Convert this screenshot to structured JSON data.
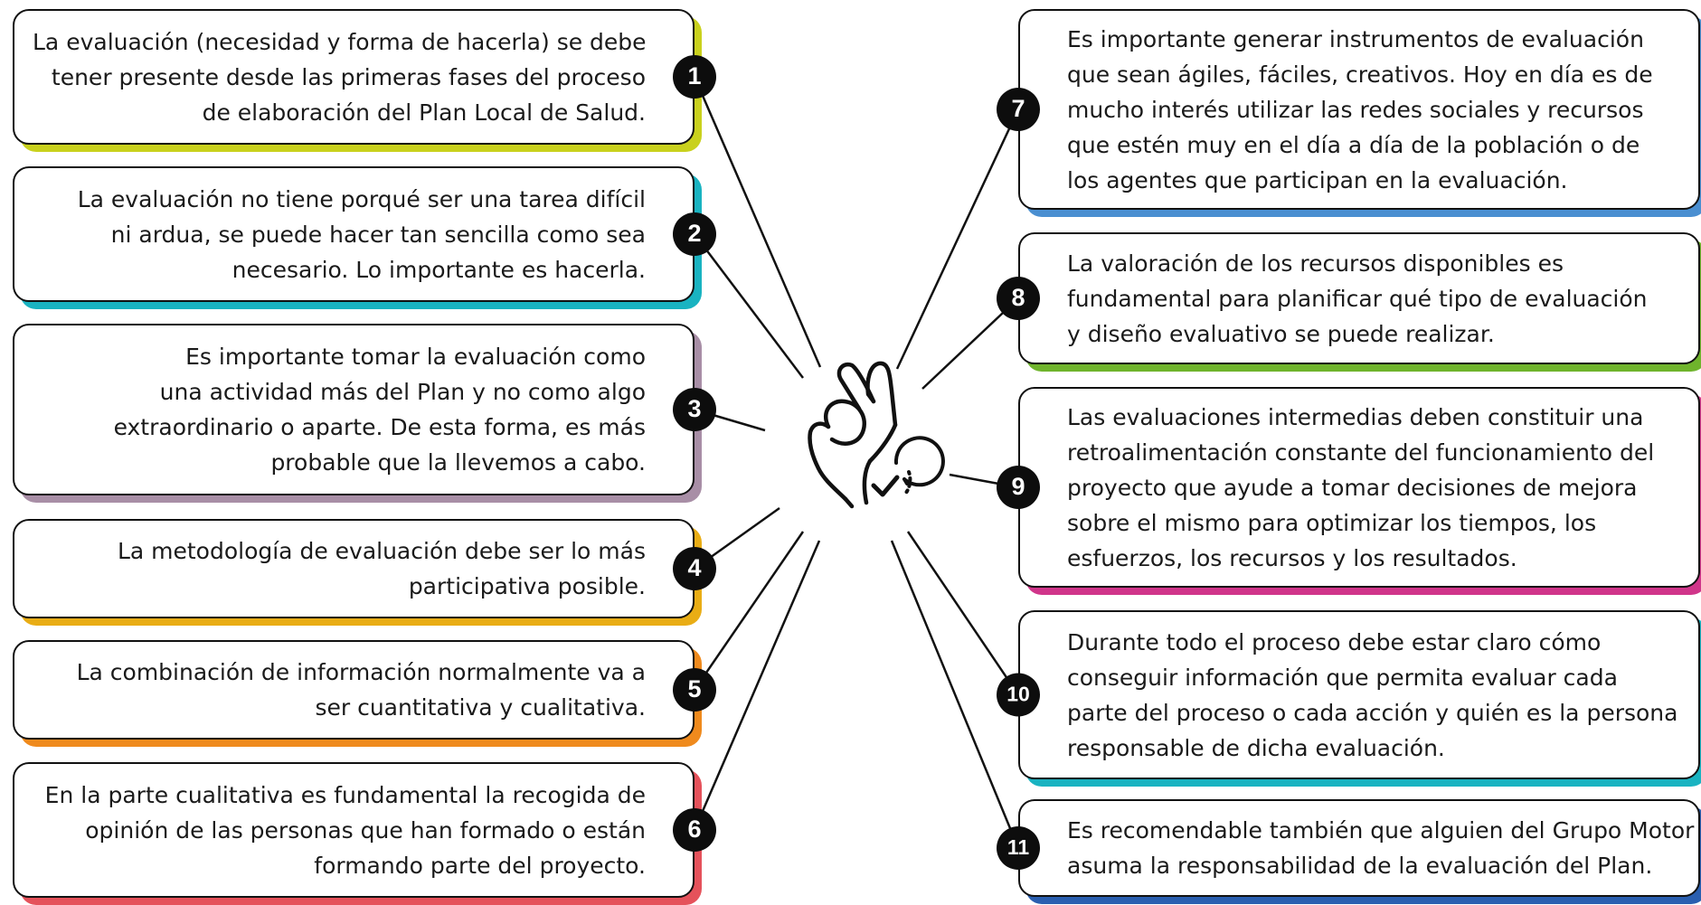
{
  "left_items": [
    {
      "num": "1",
      "accent": "#c9d11d",
      "lines": [
        "La evaluación (necesidad y forma de hacerla) se debe",
        "tener presente desde las primeras fases del proceso",
        "de elaboración del Plan Local de Salud."
      ]
    },
    {
      "num": "2",
      "accent": "#19b3c1",
      "lines": [
        "La evaluación no tiene porqué ser una tarea difícil",
        "ni ardua, se puede hacer tan sencilla como sea",
        "necesario. Lo importante es hacerla."
      ]
    },
    {
      "num": "3",
      "accent": "#a88ea6",
      "lines": [
        "Es importante tomar la evaluación como",
        "una actividad más del Plan y no como algo",
        "extraordinario o aparte. De esta forma, es más",
        "probable que la llevemos a cabo."
      ]
    },
    {
      "num": "4",
      "accent": "#e9ad15",
      "lines": [
        "La metodología de evaluación debe ser lo más",
        "participativa posible."
      ]
    },
    {
      "num": "5",
      "accent": "#ef8a1d",
      "lines": [
        "La combinación de información normalmente va a",
        "ser cuantitativa y cualitativa."
      ]
    },
    {
      "num": "6",
      "accent": "#e5525b",
      "lines": [
        "En la parte cualitativa es fundamental la recogida de",
        "opinión de las personas que han formado o están",
        "formando parte del proyecto."
      ]
    }
  ],
  "right_items": [
    {
      "num": "7",
      "accent": "#4a8fd1",
      "lines": [
        "Es importante generar instrumentos de evaluación",
        "que sean ágiles, fáciles, creativos. Hoy en día es de",
        "mucho interés utilizar las redes sociales y recursos",
        "que estén muy en el día a día de la población o de",
        "los agentes que participan en la evaluación."
      ]
    },
    {
      "num": "8",
      "accent": "#6fb42c",
      "lines": [
        "La valoración de los recursos disponibles es",
        "fundamental para planificar qué tipo de evaluación",
        "y diseño evaluativo se puede realizar."
      ]
    },
    {
      "num": "9",
      "accent": "#d0358a",
      "lines": [
        "Las evaluaciones intermedias deben constituir una",
        "retroalimentación constante del funcionamiento del",
        "proyecto que ayude a tomar decisiones de mejora",
        "sobre el mismo para optimizar los tiempos, los",
        "esfuerzos, los recursos y los resultados."
      ]
    },
    {
      "num": "10",
      "accent": "#19b3c1",
      "lines": [
        "Durante todo el proceso debe estar claro cómo",
        "conseguir información que permita evaluar cada",
        "parte del proceso o cada acción y quién es la persona",
        "responsable de dicha evaluación."
      ]
    },
    {
      "num": "11",
      "accent": "#2a5fb0",
      "lines": [
        "Es recomendable también que alguien del Grupo Motor",
        "asuma la responsabilidad de la evaluación del Plan."
      ]
    }
  ],
  "center_icon": "ok-hand-checkmark-icon"
}
